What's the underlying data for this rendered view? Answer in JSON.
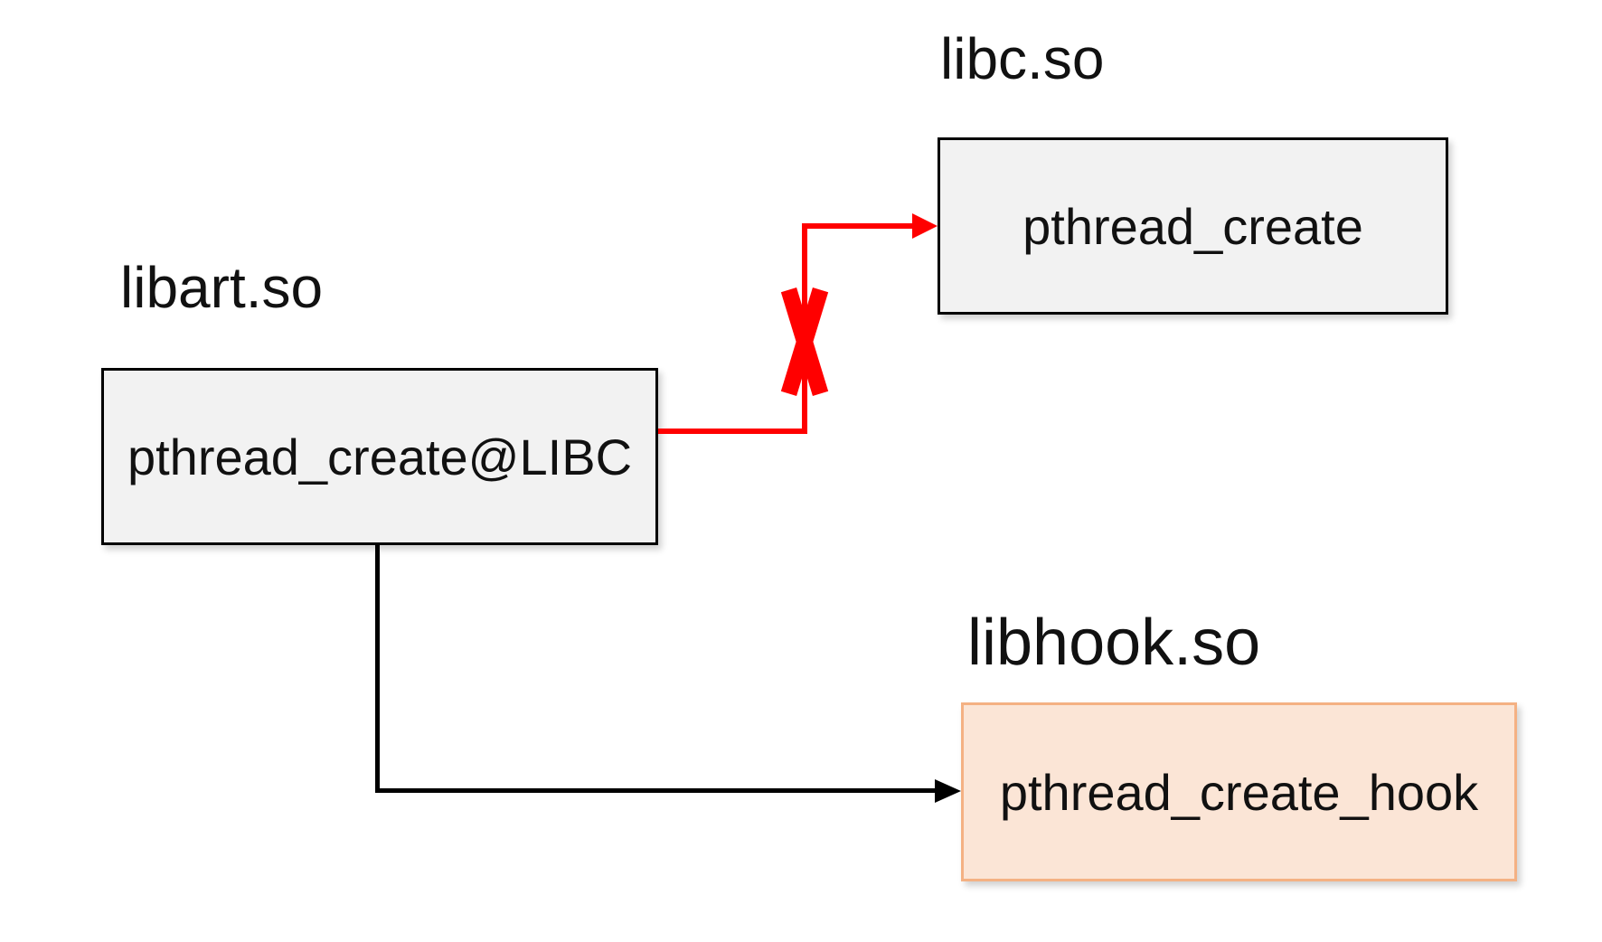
{
  "diagram": {
    "nodes": {
      "libart": {
        "label": "libart.so",
        "function": "pthread_create@LIBC"
      },
      "libc": {
        "label": "libc.so",
        "function": "pthread_create"
      },
      "libhook": {
        "label": "libhook.so",
        "function": "pthread_create_hook"
      }
    },
    "edges": [
      {
        "from": "pthread_create@LIBC",
        "to": "pthread_create",
        "color": "#ff0000",
        "status": "blocked",
        "marker": "X"
      },
      {
        "from": "pthread_create@LIBC",
        "to": "pthread_create_hook",
        "color": "#000000",
        "status": "active",
        "marker": "arrow"
      }
    ],
    "colors": {
      "node_fill": "#f2f2f2",
      "node_border": "#000000",
      "hook_fill": "#fbe5d6",
      "hook_border": "#f4b183",
      "blocked_edge": "#ff0000",
      "active_edge": "#000000",
      "text": "#111111",
      "background": "#ffffff"
    }
  }
}
